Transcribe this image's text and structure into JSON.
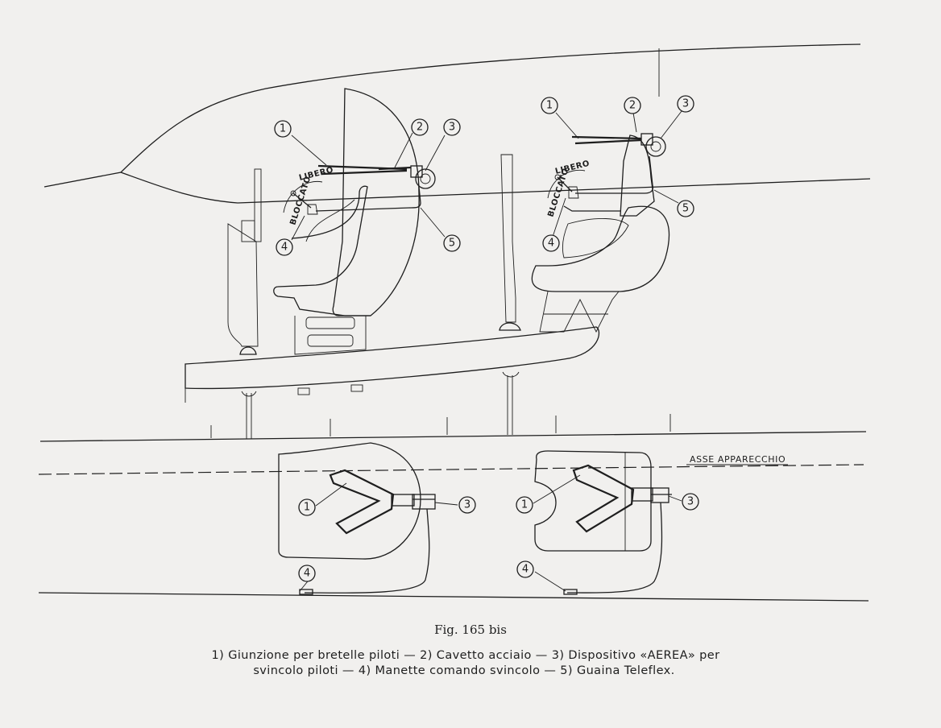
{
  "callouts": {
    "n1": "1",
    "n2": "2",
    "n3": "3",
    "n4": "4",
    "n5": "5"
  },
  "lever": {
    "locked": "BLOCCATO",
    "free": "LIBERO"
  },
  "axis_label": "ASSE APPARECCHIO",
  "caption": {
    "figure": "Fig. 165 bis",
    "legend_line_1": "1) Giunzione per bretelle piloti — 2) Cavetto acciaio — 3) Dispositivo «AEREA» per",
    "legend_line_2": "svincolo piloti — 4) Manette comando svincolo — 5) Guaina Teleflex."
  }
}
